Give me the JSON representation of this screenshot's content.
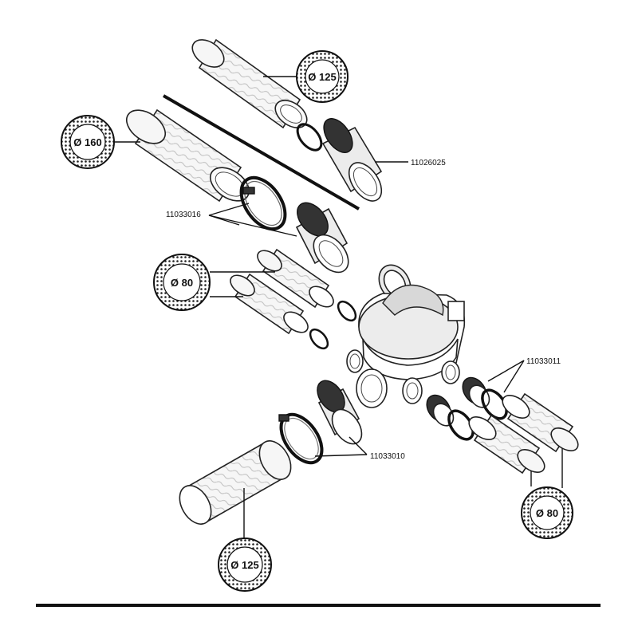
{
  "diameters": {
    "d125_top": "Ø 125",
    "d160": "Ø 160",
    "d80_left": "Ø 80",
    "d125_bottom": "Ø 125",
    "d80_right": "Ø 80"
  },
  "parts": {
    "p11026025": "11026025",
    "p11033016": "11033016",
    "p11033011": "11033011",
    "p11033010": "11033010"
  },
  "colors": {
    "line": "#111111",
    "fill": "#ffffff",
    "hose": "#f4f4f4"
  }
}
